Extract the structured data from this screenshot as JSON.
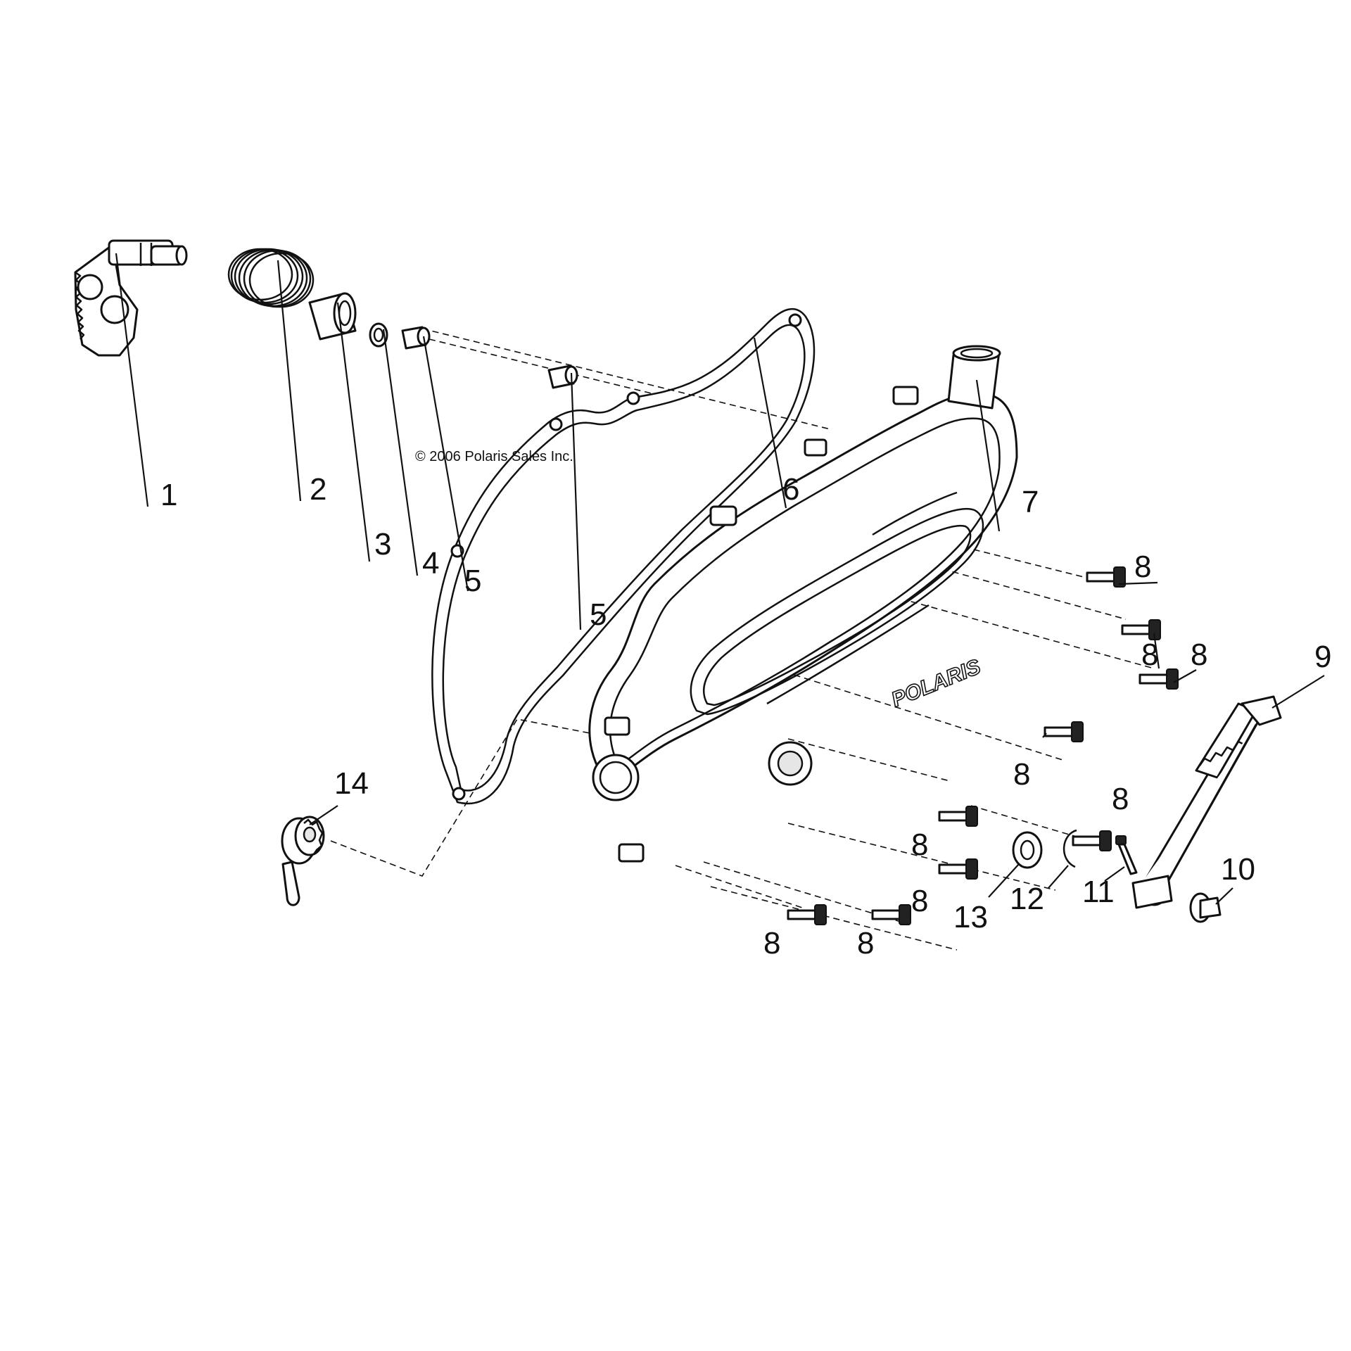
{
  "copyright": "© 2006 Polaris Sales Inc.",
  "brand_logo_text": "POLARIS",
  "callouts": [
    "1",
    "2",
    "3",
    "4",
    "5",
    "5",
    "6",
    "7",
    "8",
    "8",
    "8",
    "8",
    "8",
    "8",
    "8",
    "8",
    "8",
    "9",
    "10",
    "11",
    "12",
    "13",
    "14"
  ]
}
